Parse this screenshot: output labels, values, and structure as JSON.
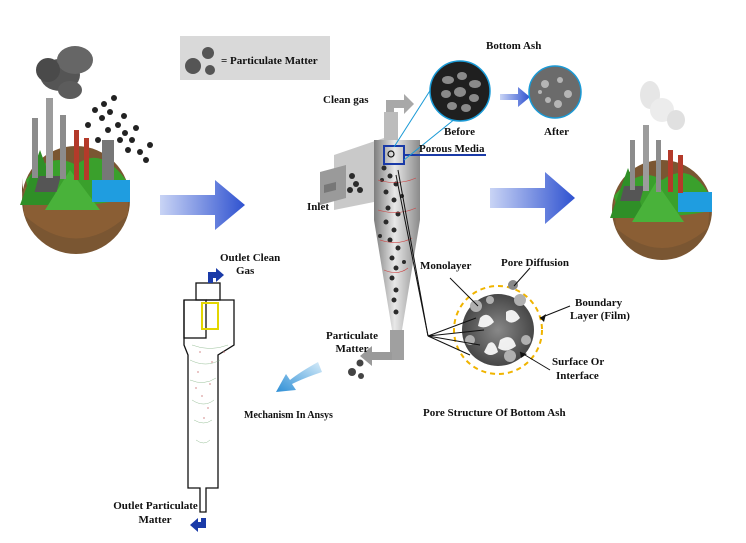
{
  "legend": {
    "label": "= Particulate Matter"
  },
  "labels": {
    "bottom_ash": "Bottom Ash",
    "before": "Before",
    "after": "After",
    "clean_gas": "Clean gas",
    "porous_media": "Porous Media",
    "inlet": "Inlet",
    "outlet_clean_gas_1": "Outlet Clean",
    "outlet_clean_gas_2": "Gas",
    "monolayer": "Monolayer",
    "pore_diffusion": "Pore Diffusion",
    "boundary_layer_1": "Boundary",
    "boundary_layer_2": "Layer (Film)",
    "particulate_matter_1": "Particulate",
    "particulate_matter_2": "Matter",
    "surface_1": "Surface Or",
    "surface_2": "Interface",
    "mechanism": "Mechanism In Ansys",
    "pore_structure": "Pore Structure Of Bottom Ash",
    "outlet_pm_1": "Outlet Particulate",
    "outlet_pm_2": "Matter"
  },
  "colors": {
    "arrow_blue": "#3d5fd6",
    "outline_blue": "#1a3aa8",
    "dash_yellow": "#f0b400",
    "gray_body": "#9a9a9a",
    "legend_bg": "#d9d9d9",
    "sky_blue": "#1f9de0",
    "grass": "#3aa02c"
  }
}
